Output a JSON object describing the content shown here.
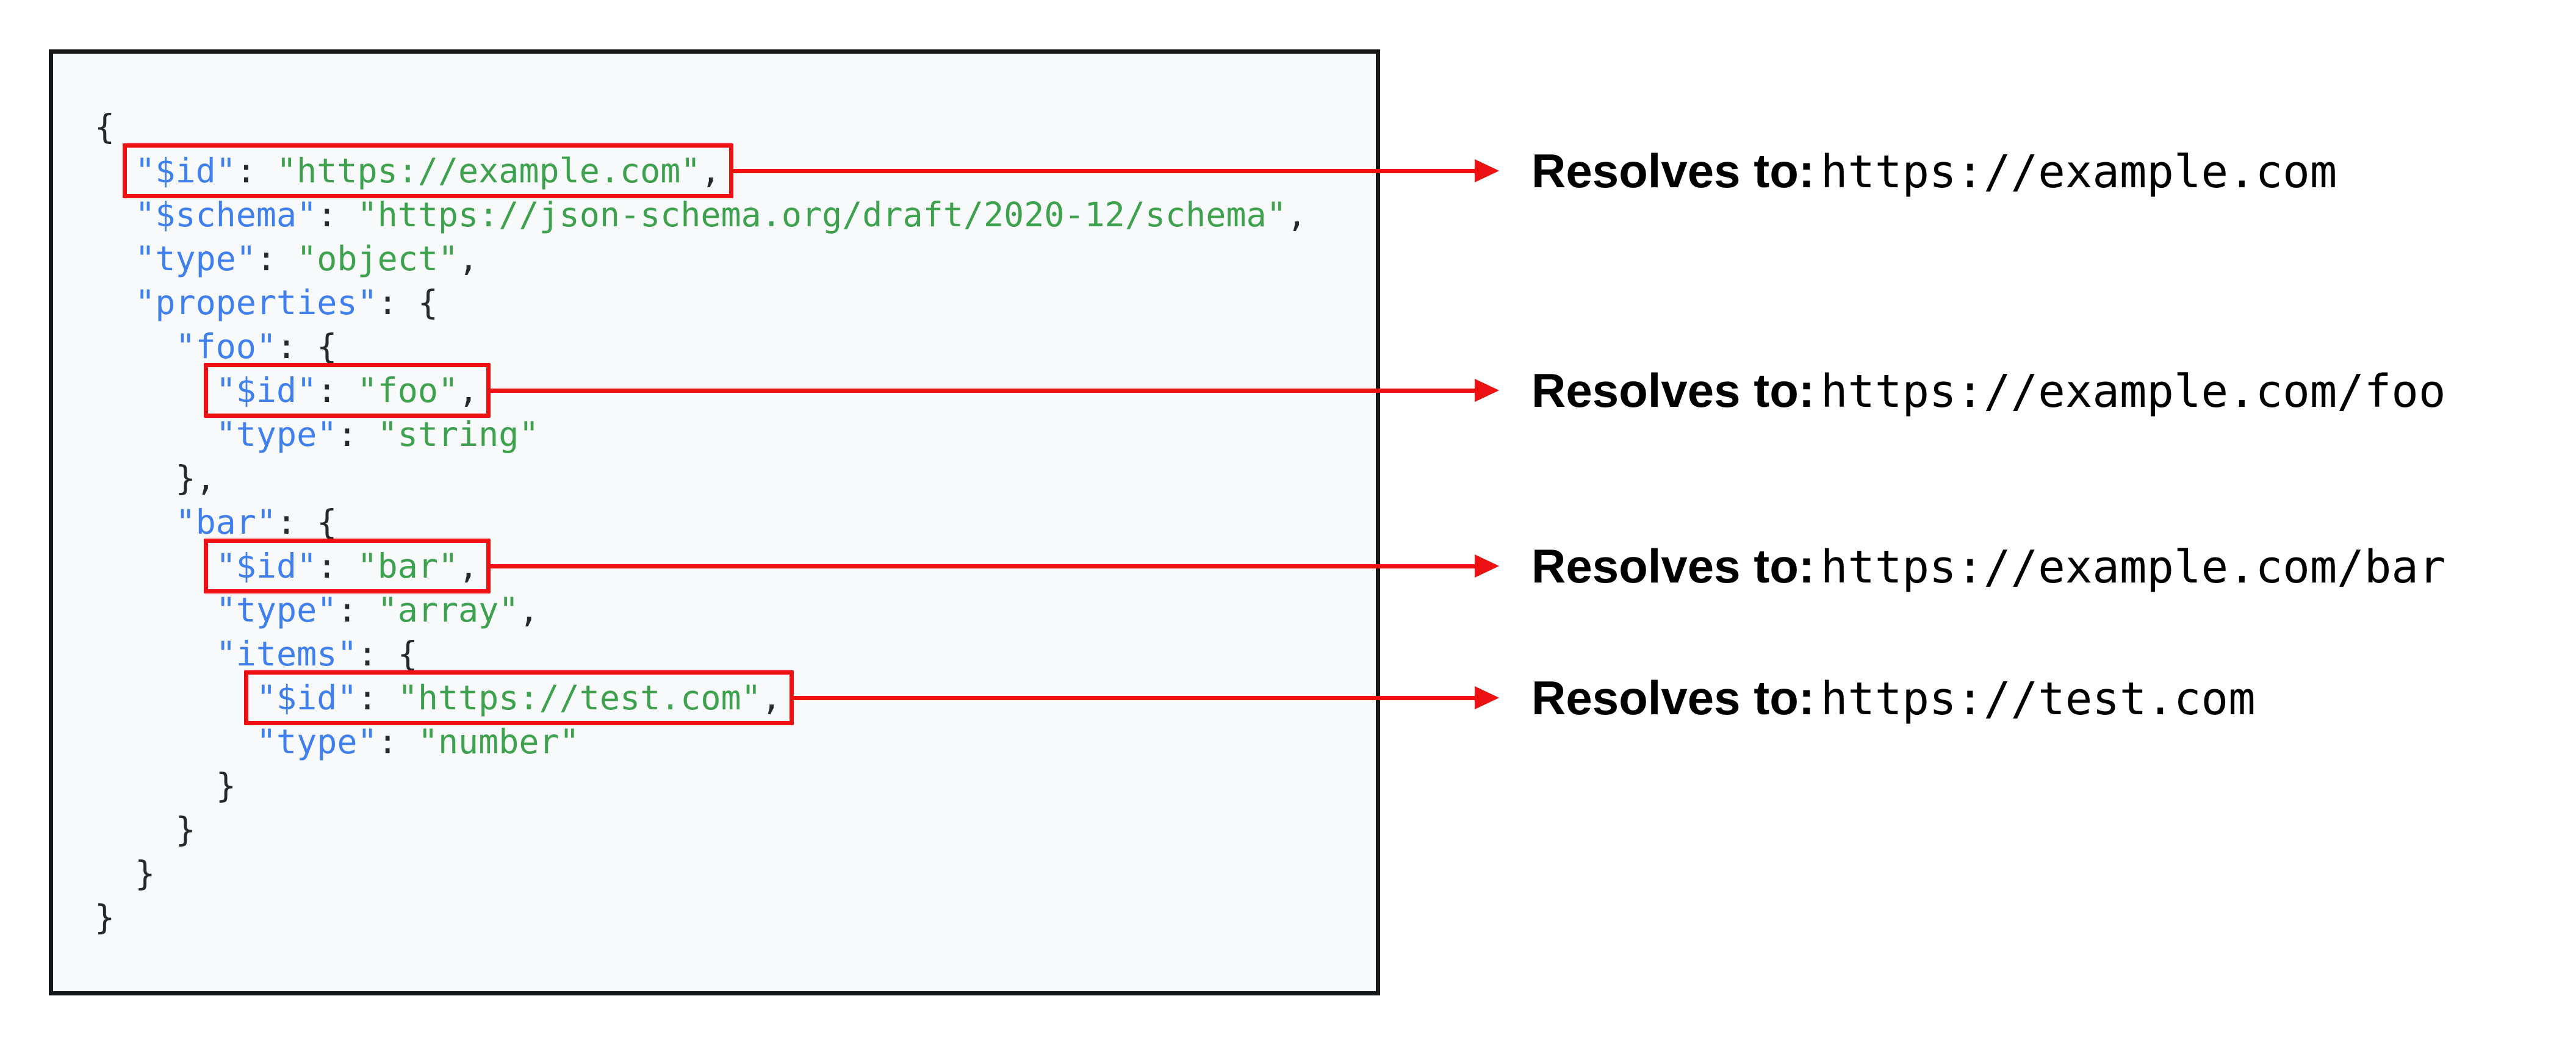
{
  "colors": {
    "panel_bg": "#f8f9fa",
    "panel_border": "#151617",
    "key_blue": "#3f80ee",
    "string_green": "#3da14e",
    "punct_dark": "#24292e",
    "arrow_red": "#ef1011",
    "annotation_text": "#000000"
  },
  "code_panel": {
    "lines": [
      {
        "indent": 0,
        "parts": [
          {
            "c": "punc",
            "t": "{"
          }
        ]
      },
      {
        "indent": 1,
        "box": {
          "parts": [
            {
              "c": "key",
              "t": "\"$id\""
            },
            {
              "c": "punc",
              "t": ": "
            },
            {
              "c": "str",
              "t": "\"https://example.com\""
            },
            {
              "c": "punc",
              "t": ","
            }
          ]
        }
      },
      {
        "indent": 1,
        "parts": [
          {
            "c": "key",
            "t": "\"$schema\""
          },
          {
            "c": "punc",
            "t": ": "
          },
          {
            "c": "str",
            "t": "\"https://json-schema.org/draft/2020-12/schema\""
          },
          {
            "c": "punc",
            "t": ","
          }
        ]
      },
      {
        "indent": 1,
        "parts": [
          {
            "c": "key",
            "t": "\"type\""
          },
          {
            "c": "punc",
            "t": ": "
          },
          {
            "c": "str",
            "t": "\"object\""
          },
          {
            "c": "punc",
            "t": ","
          }
        ]
      },
      {
        "indent": 1,
        "parts": [
          {
            "c": "key",
            "t": "\"properties\""
          },
          {
            "c": "punc",
            "t": ": {"
          }
        ]
      },
      {
        "indent": 2,
        "parts": [
          {
            "c": "key",
            "t": "\"foo\""
          },
          {
            "c": "punc",
            "t": ": {"
          }
        ]
      },
      {
        "indent": 3,
        "box": {
          "parts": [
            {
              "c": "key",
              "t": "\"$id\""
            },
            {
              "c": "punc",
              "t": ": "
            },
            {
              "c": "str",
              "t": "\"foo\""
            },
            {
              "c": "punc",
              "t": ","
            }
          ]
        }
      },
      {
        "indent": 3,
        "parts": [
          {
            "c": "key",
            "t": "\"type\""
          },
          {
            "c": "punc",
            "t": ": "
          },
          {
            "c": "str",
            "t": "\"string\""
          }
        ]
      },
      {
        "indent": 2,
        "parts": [
          {
            "c": "punc",
            "t": "},"
          }
        ]
      },
      {
        "indent": 2,
        "parts": [
          {
            "c": "key",
            "t": "\"bar\""
          },
          {
            "c": "punc",
            "t": ": {"
          }
        ]
      },
      {
        "indent": 3,
        "box": {
          "parts": [
            {
              "c": "key",
              "t": "\"$id\""
            },
            {
              "c": "punc",
              "t": ": "
            },
            {
              "c": "str",
              "t": "\"bar\""
            },
            {
              "c": "punc",
              "t": ","
            }
          ]
        }
      },
      {
        "indent": 3,
        "parts": [
          {
            "c": "key",
            "t": "\"type\""
          },
          {
            "c": "punc",
            "t": ": "
          },
          {
            "c": "str",
            "t": "\"array\""
          },
          {
            "c": "punc",
            "t": ","
          }
        ]
      },
      {
        "indent": 3,
        "parts": [
          {
            "c": "key",
            "t": "\"items\""
          },
          {
            "c": "punc",
            "t": ": {"
          }
        ]
      },
      {
        "indent": 4,
        "box": {
          "parts": [
            {
              "c": "key",
              "t": "\"$id\""
            },
            {
              "c": "punc",
              "t": ": "
            },
            {
              "c": "str",
              "t": "\"https://test.com\""
            },
            {
              "c": "punc",
              "t": ","
            }
          ]
        }
      },
      {
        "indent": 4,
        "parts": [
          {
            "c": "key",
            "t": "\"type\""
          },
          {
            "c": "punc",
            "t": ": "
          },
          {
            "c": "str",
            "t": "\"number\""
          }
        ]
      },
      {
        "indent": 3,
        "parts": [
          {
            "c": "punc",
            "t": "}"
          }
        ]
      },
      {
        "indent": 2,
        "parts": [
          {
            "c": "punc",
            "t": "}"
          }
        ]
      },
      {
        "indent": 1,
        "parts": [
          {
            "c": "punc",
            "t": "}"
          }
        ]
      },
      {
        "indent": 0,
        "parts": [
          {
            "c": "punc",
            "t": "}"
          }
        ]
      }
    ]
  },
  "annotations": [
    {
      "label": "Resolves to:",
      "value": "https://example.com"
    },
    {
      "label": "Resolves to:",
      "value": "https://example.com/foo"
    },
    {
      "label": "Resolves to:",
      "value": "https://example.com/bar"
    },
    {
      "label": "Resolves to:",
      "value": "https://test.com"
    }
  ]
}
